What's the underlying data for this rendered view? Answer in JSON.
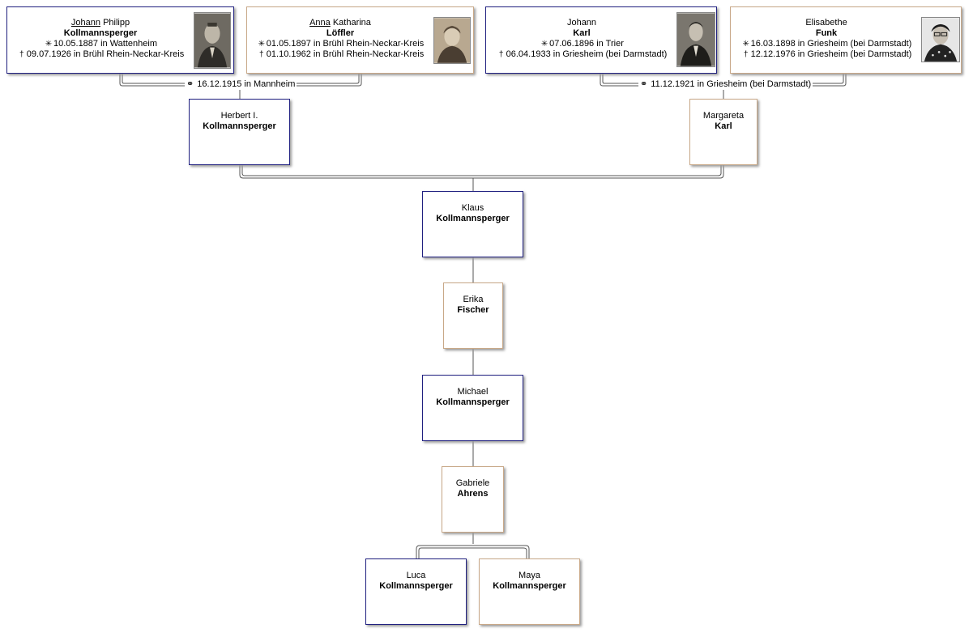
{
  "grandparents": {
    "gp1": {
      "call": "Johann",
      "rest": "Philipp",
      "surname": "Kollmannsperger",
      "birth": "10.05.1887 in Wattenheim",
      "death": "09.07.1926 in Brühl Rhein-Neckar-Kreis"
    },
    "gp2": {
      "call": "Anna",
      "rest": "Katharina",
      "surname": "Löffler",
      "birth": "01.05.1897 in Brühl Rhein-Neckar-Kreis",
      "death": "01.10.1962 in Brühl Rhein-Neckar-Kreis"
    },
    "gp3": {
      "given": "Johann",
      "surname": "Karl",
      "birth": "07.06.1896 in Trier",
      "death": "06.04.1933 in Griesheim (bei Darmstadt)"
    },
    "gp4": {
      "given": "Elisabethe",
      "surname": "Funk",
      "birth": "16.03.1898 in Griesheim (bei Darmstadt)",
      "death": "12.12.1976 in Griesheim (bei Darmstadt)"
    }
  },
  "marriages": {
    "m1": "16.12.1915 in Mannheim",
    "m2": "11.12.1921 in Griesheim (bei Darmstadt)"
  },
  "symbols": {
    "birth": "✳",
    "death": "†",
    "marriage": "⚭"
  },
  "people": {
    "herbert": {
      "given": "Herbert I.",
      "surname": "Kollmannsperger"
    },
    "margareta": {
      "given": "Margareta",
      "surname": "Karl"
    },
    "klaus": {
      "given": "Klaus",
      "surname": "Kollmannsperger"
    },
    "erika": {
      "given": "Erika",
      "surname": "Fischer"
    },
    "michael": {
      "given": "Michael",
      "surname": "Kollmannsperger"
    },
    "gabriele": {
      "given": "Gabriele",
      "surname": "Ahrens"
    },
    "luca": {
      "given": "Luca",
      "surname": "Kollmannsperger"
    },
    "maya": {
      "given": "Maya",
      "surname": "Kollmannsperger"
    }
  },
  "colors": {
    "male_border": "#202080",
    "female_border": "#c8a888",
    "line": "#444444"
  }
}
